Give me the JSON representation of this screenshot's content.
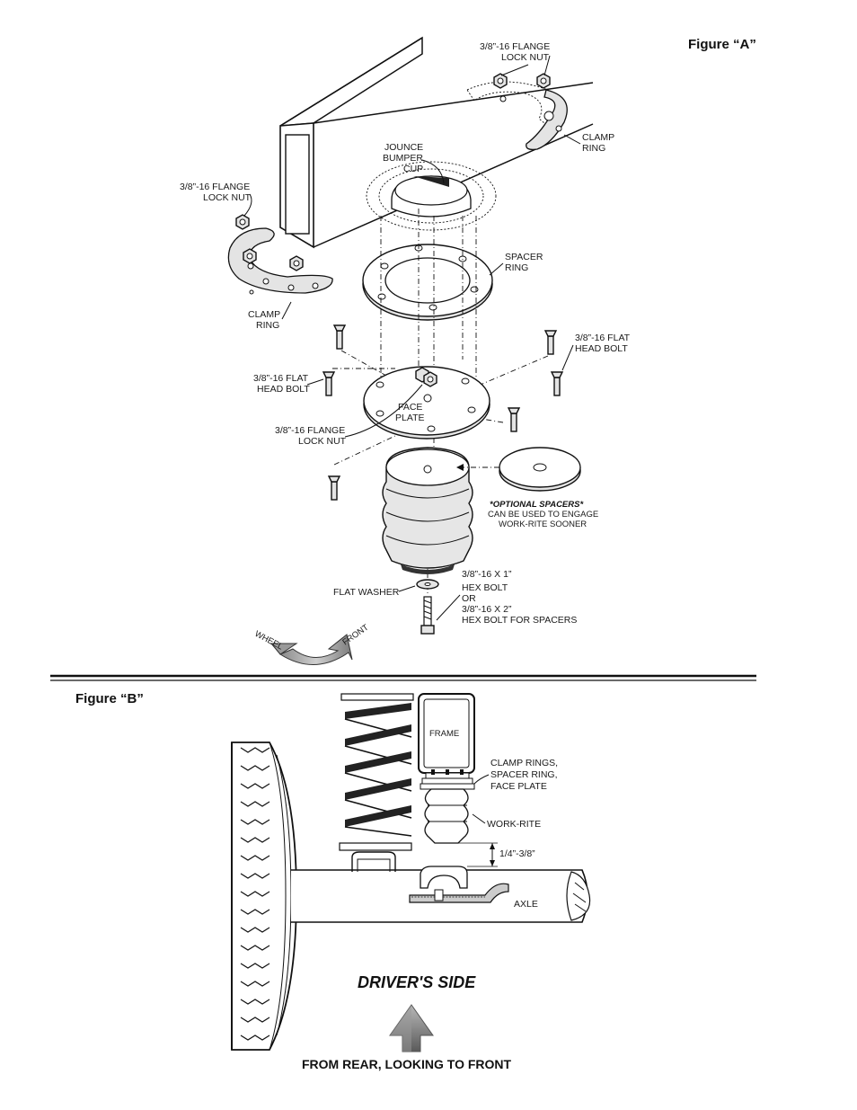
{
  "figure_a": {
    "title": "Figure “A”",
    "labels": {
      "flange_nut_top_1": "3/8”-16 FLANGE",
      "flange_nut_top_2": "LOCK NUT",
      "clamp_ring_right_1": "CLAMP",
      "clamp_ring_right_2": "RING",
      "jounce_1": "JOUNCE",
      "jounce_2": "BUMPER",
      "jounce_3": "CUP",
      "flange_nut_left_1": "3/8”-16 FLANGE",
      "flange_nut_left_2": "LOCK NUT",
      "spacer_ring_1": "SPACER",
      "spacer_ring_2": "RING",
      "clamp_ring_left_1": "CLAMP",
      "clamp_ring_left_2": "RING",
      "flat_bolt_right_1": "3/8”-16 FLAT",
      "flat_bolt_right_2": "HEAD BOLT",
      "flat_bolt_left_1": "3/8”-16 FLAT",
      "flat_bolt_left_2": "HEAD BOLT",
      "face_plate_1": "FACE",
      "face_plate_2": "PLATE",
      "flange_nut_mid_1": "3/8”-16 FLANGE",
      "flange_nut_mid_2": "LOCK NUT",
      "optional_1": "*OPTIONAL SPACERS*",
      "optional_2": "CAN BE USED TO ENGAGE",
      "optional_3": "WORK-RITE SOONER",
      "flat_washer": "FLAT WASHER",
      "hex_bolt_1": "3/8”-16 X 1”",
      "hex_bolt_2": "HEX BOLT",
      "hex_bolt_3": "OR",
      "hex_bolt_4": "3/8”-16 X 2”",
      "hex_bolt_5": "HEX BOLT FOR SPACERS",
      "wheel": "WHEEL",
      "front": "FRONT"
    }
  },
  "figure_b": {
    "title": "Figure “B”",
    "labels": {
      "frame": "FRAME",
      "clamp_rings_1": "CLAMP RINGS,",
      "clamp_rings_2": "SPACER RING,",
      "clamp_rings_3": "FACE PLATE",
      "work_rite": "WORK-RITE",
      "gap": "1/4”-3/8”",
      "axle": "AXLE",
      "drivers_side": "DRIVER'S SIDE",
      "view": "FROM REAR, LOOKING TO FRONT"
    }
  }
}
